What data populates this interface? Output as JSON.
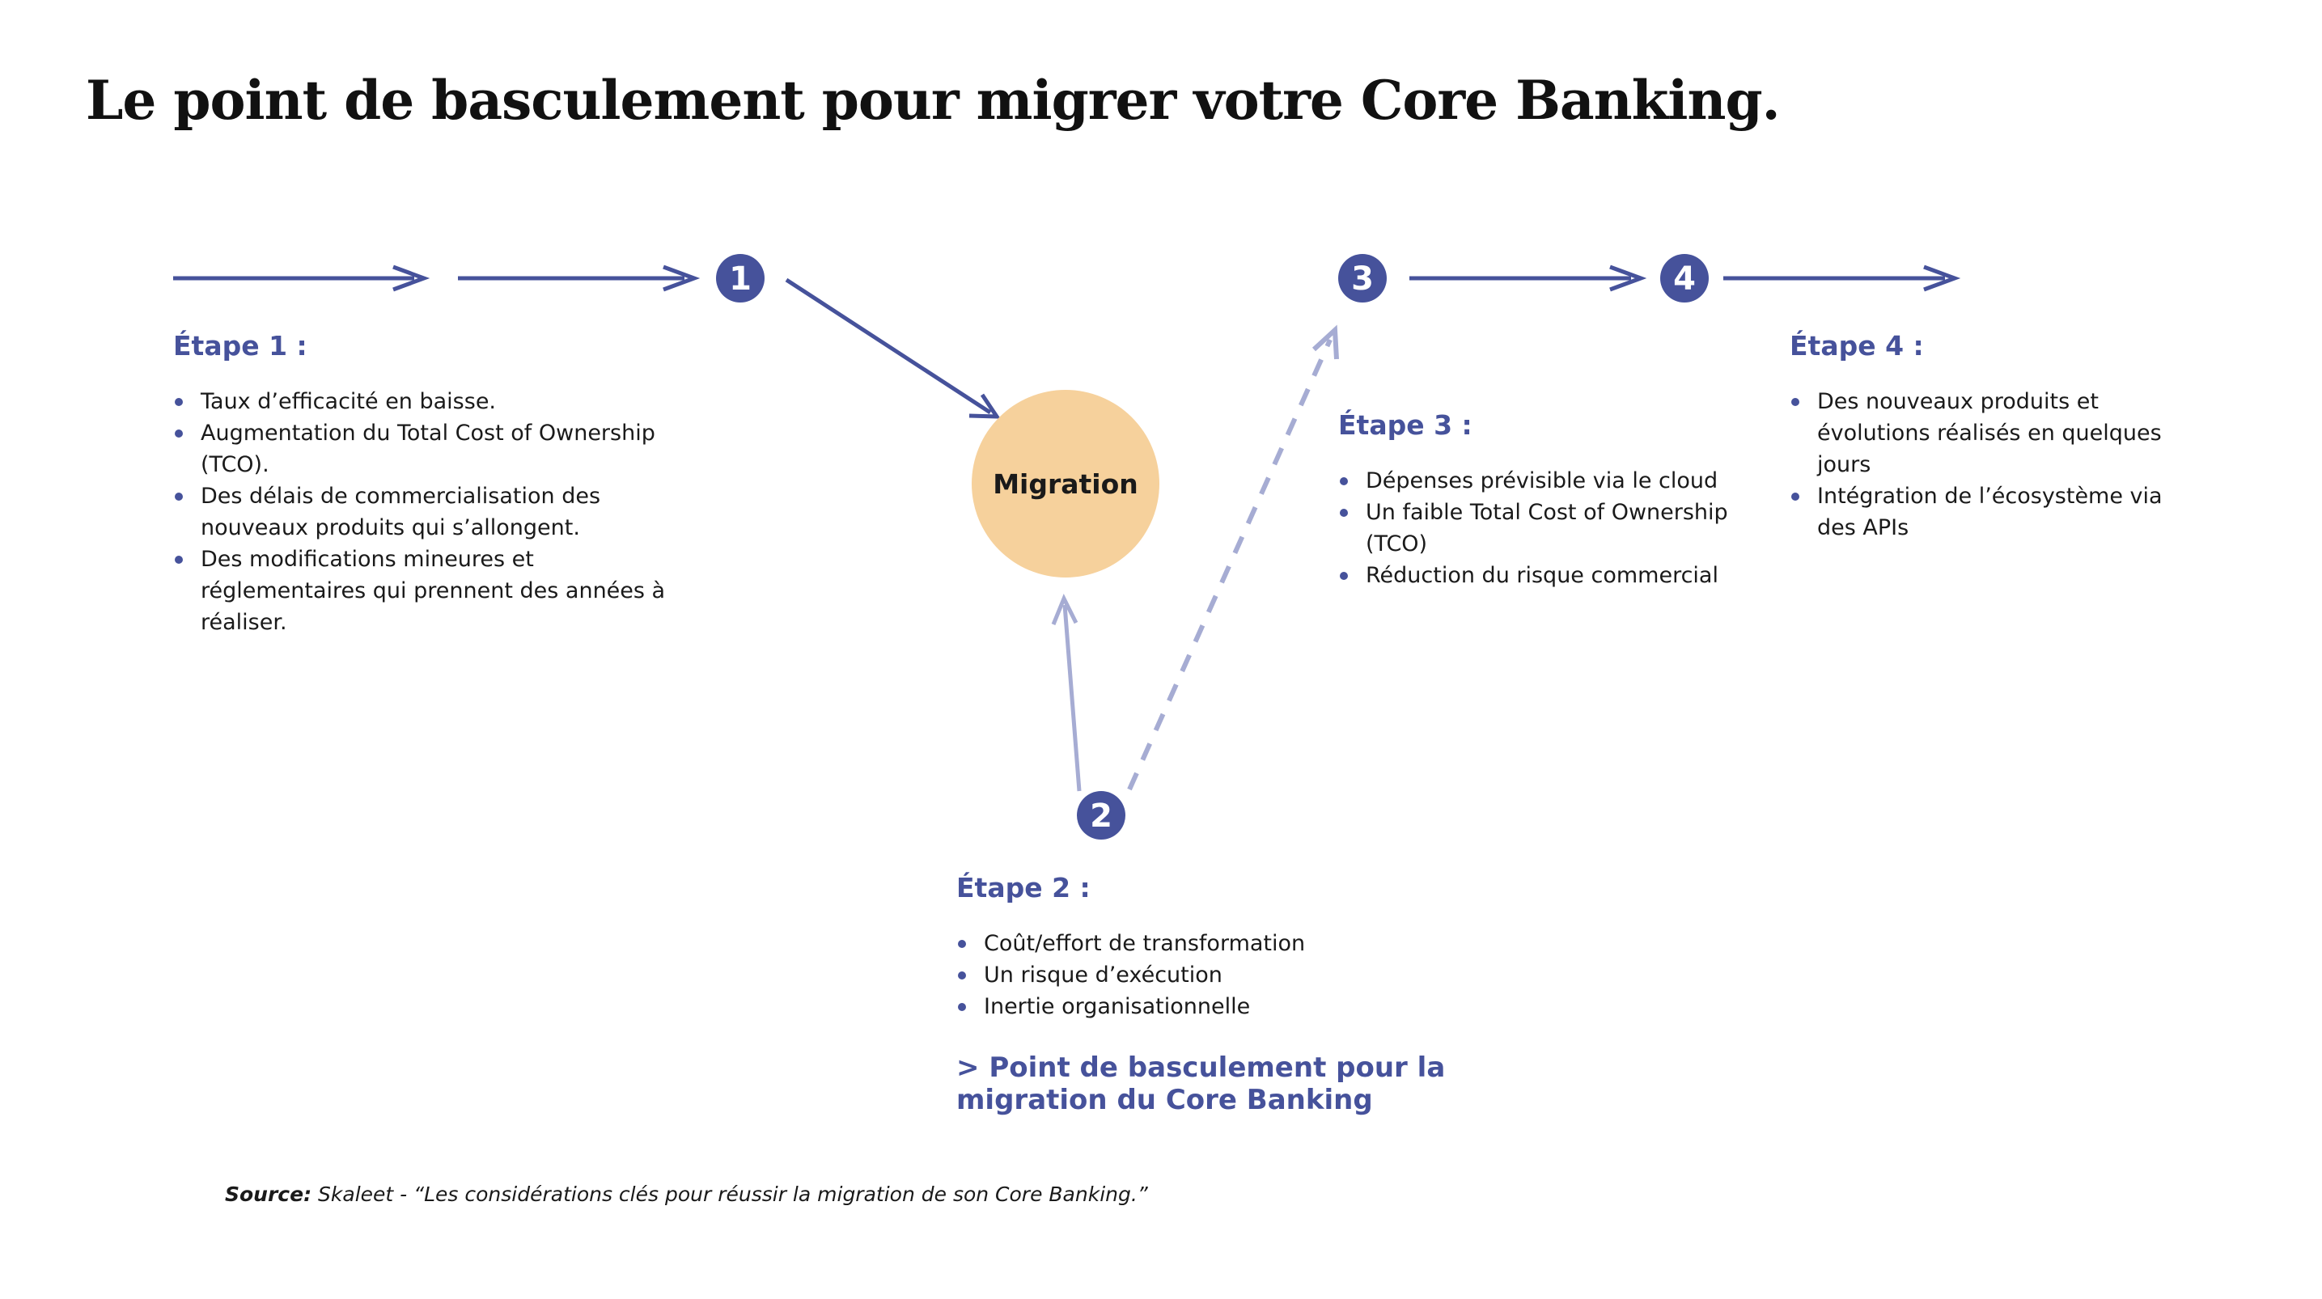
{
  "title": "Le point de basculement pour migrer votre Core Banking.",
  "colors": {
    "accent": "#46529b",
    "accent_light": "#a6acd3",
    "migration_fill": "#f6d19c",
    "text": "#1a1a1a"
  },
  "nodes": {
    "n1": "1",
    "n2": "2",
    "n3": "3",
    "n4": "4",
    "migration": "Migration"
  },
  "steps": [
    {
      "title": "Étape 1 :",
      "items": [
        "Taux d’efficacité en baisse.",
        "Augmentation du Total Cost of Ownership (TCO).",
        "Des délais de commercialisation des nouveaux produits qui s’allongent.",
        "Des modifications mineures et réglementaires qui prennent des années à réaliser."
      ]
    },
    {
      "title": "Étape 2 :",
      "items": [
        "Coût/effort de transformation",
        "Un risque d’exécution",
        "Inertie organisationnelle"
      ]
    },
    {
      "title": "Étape 3 :",
      "items": [
        "Dépenses prévisible via le cloud",
        "Un faible Total Cost of Ownership (TCO)",
        "Réduction du risque commercial"
      ]
    },
    {
      "title": "Étape 4 :",
      "items": [
        "Des nouveaux produits et évolutions réalisés en quelques jours",
        "Intégration de l’écosystème via des APIs"
      ]
    }
  ],
  "tipping_point": "> Point de basculement pour la migration du Core Banking",
  "source": {
    "label": "Source:",
    "text": " Skaleet - “Les considérations clés pour réussir la migration de son Core Banking.”"
  }
}
